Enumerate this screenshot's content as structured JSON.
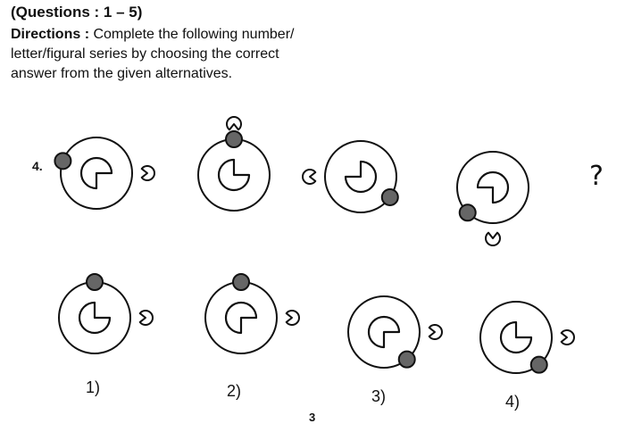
{
  "header": {
    "questions_label": "(Questions : 1 – 5)",
    "directions_label": "Directions :",
    "directions_text": " Complete the following number/ letter/figural series by choosing the correct answer from the given alternatives."
  },
  "question": {
    "number": "4.",
    "missing_mark": "?"
  },
  "options": [
    {
      "label": "1)"
    },
    {
      "label": "2)"
    },
    {
      "label": "3)"
    },
    {
      "label": "4)"
    }
  ],
  "page_number": "3",
  "colors": {
    "ink": "#111111",
    "ball_fill": "#666666"
  },
  "figures": {
    "problem": [
      {
        "ball_angle": 200,
        "pac_angle": 0,
        "inner": "square-gap-bottom-right"
      },
      {
        "ball_angle": 270,
        "pac_angle": 270,
        "inner": "square-gap-top-right"
      },
      {
        "ball_angle": 35,
        "pac_angle": 180,
        "inner": "square-gap-top-left"
      },
      {
        "ball_angle": 135,
        "pac_angle": 90,
        "inner": "square-gap-bottom-left"
      }
    ],
    "answers": [
      {
        "ball_angle": 270,
        "pac_angle": 0,
        "inner": "square-gap-top-right"
      },
      {
        "ball_angle": 270,
        "pac_angle": 0,
        "inner": "square-gap-bottom-right"
      },
      {
        "ball_angle": 50,
        "pac_angle": 0,
        "inner": "square-gap-bottom-right"
      },
      {
        "ball_angle": 50,
        "pac_angle": 0,
        "inner": "square-gap-top-right"
      }
    ]
  }
}
